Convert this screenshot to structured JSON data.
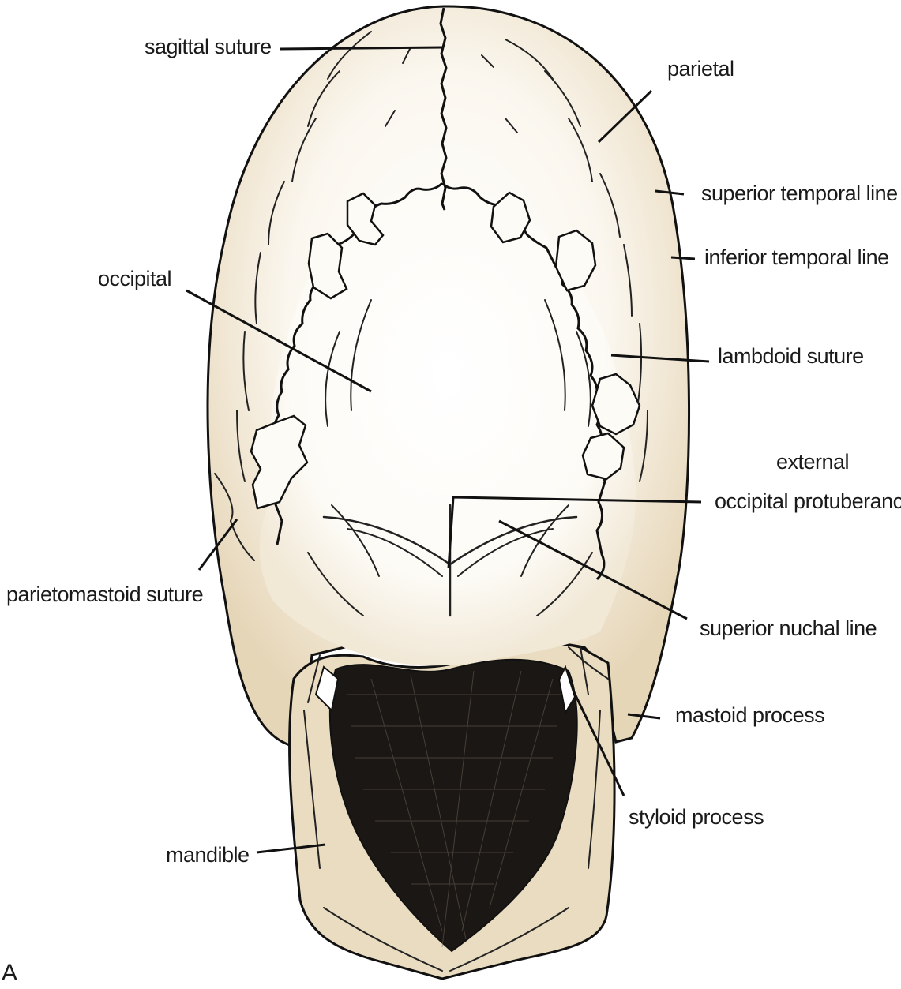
{
  "figure": {
    "panel_letter": "A",
    "colors": {
      "bone": "#eee3cd",
      "bone_shade": "#dccaa6",
      "foramen": "#1b1714",
      "ink": "#111111"
    },
    "labels": {
      "sagittal_suture": "sagittal suture",
      "parietal": "parietal",
      "superior_temporal_line": "superior temporal line",
      "inferior_temporal_line": "inferior temporal line",
      "occipital": "occipital",
      "lambdoid_suture": "lambdoid suture",
      "external_occipital_protuberance_line1": "external",
      "external_occipital_protuberance_line2": "occipital protuberance",
      "parietomastoid_suture": "parietomastoid suture",
      "superior_nuchal_line": "superior nuchal line",
      "mastoid_process": "mastoid process",
      "styloid_process": "styloid process",
      "mandible": "mandible"
    }
  }
}
